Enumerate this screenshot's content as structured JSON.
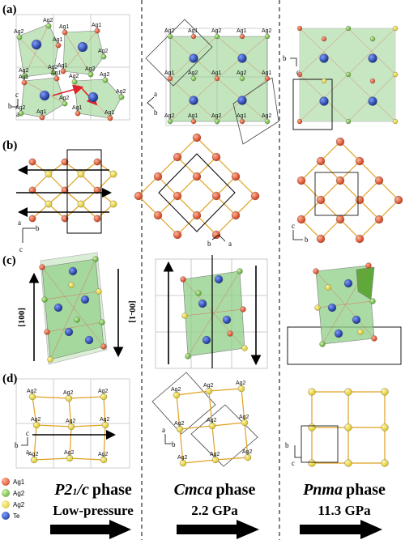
{
  "panels": [
    "(a)",
    "(b)",
    "(c)",
    "(d)"
  ],
  "phases": [
    {
      "name": "P2",
      "sub": "1",
      "tail": "/c",
      "word": "phase",
      "pressure": "Low-pressure"
    },
    {
      "name": "Cmca",
      "sub": "",
      "tail": "",
      "word": "phase",
      "pressure": "2.2 GPa"
    },
    {
      "name": "Pnma",
      "sub": "",
      "tail": "",
      "word": "phase",
      "pressure": "11.3 GPa"
    }
  ],
  "legend": [
    {
      "label": "Ag1",
      "color": "#d8401c"
    },
    {
      "label": "Ag2",
      "color": "#6fbf3a"
    },
    {
      "label": "Ag2",
      "color": "#e8d62a"
    },
    {
      "label": "Te",
      "color": "#1d3f9e"
    }
  ],
  "atom_labels": {
    "ag1": "Ag1",
    "ag2": "Ag2"
  },
  "axes": {
    "a": "a",
    "b": "b",
    "c": "c"
  },
  "direction_labels": [
    "[100]",
    "[00-1]"
  ]
}
